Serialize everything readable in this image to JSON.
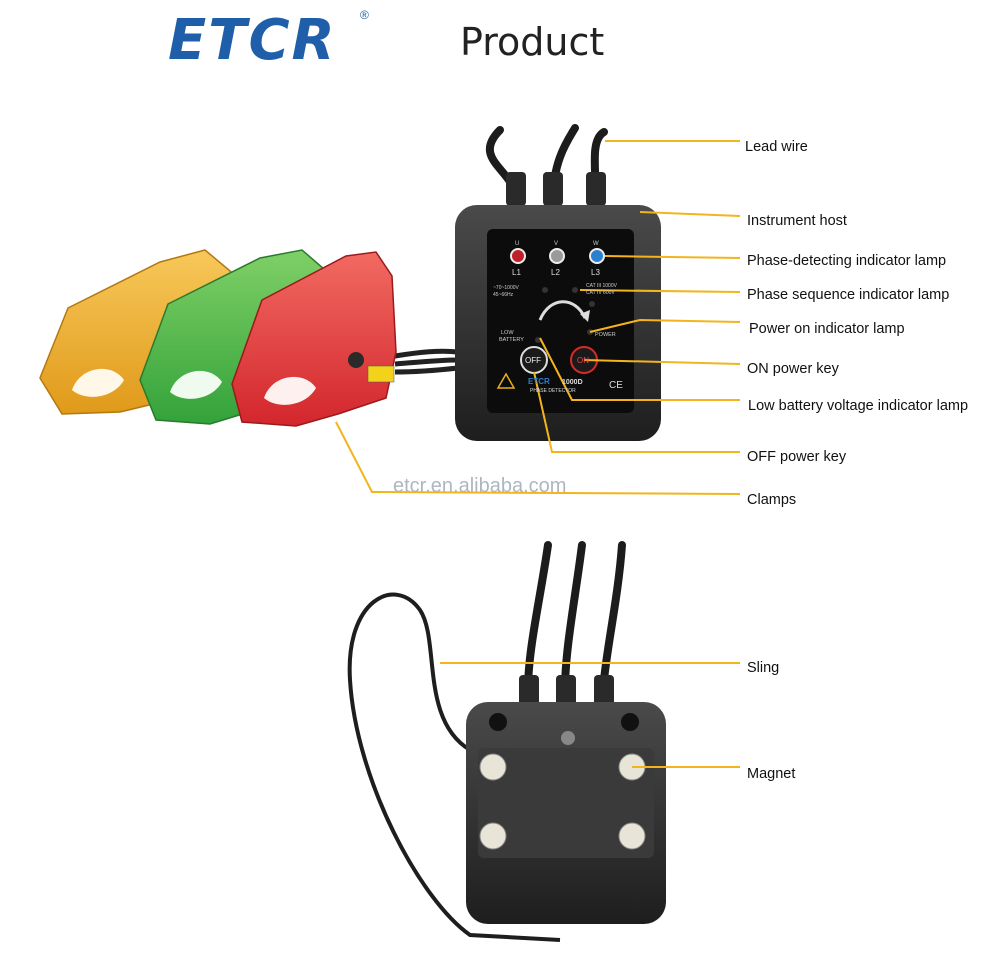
{
  "header": {
    "brand": "ETCR",
    "registered_mark": "®",
    "title": "Product"
  },
  "watermark": "etcr.en.alibaba.com",
  "device_front": {
    "phase_labels": [
      {
        "top": "U",
        "bottom": "L1",
        "color": "#c0202a"
      },
      {
        "top": "V",
        "bottom": "L2",
        "color": "#9a9a9a"
      },
      {
        "top": "W",
        "bottom": "L3",
        "color": "#2b7fd0"
      }
    ],
    "spec_left": [
      "~70~1000V",
      "45~66Hz"
    ],
    "spec_right": [
      "CAT III 1000V",
      "CAT IV 600V"
    ],
    "low_battery_label": [
      "LOW",
      "BATTERY"
    ],
    "power_label": "POWER",
    "off_key": "OFF",
    "on_key": "ON",
    "model_brand": "ETCR",
    "model_number": "1000D",
    "model_name": "PHASE DETECTOR",
    "ce_mark": "CE"
  },
  "callouts": [
    {
      "id": "lead-wire",
      "label": "Lead wire"
    },
    {
      "id": "instrument-host",
      "label": "Instrument host"
    },
    {
      "id": "phase-detecting-lamp",
      "label": "Phase-detecting indicator lamp"
    },
    {
      "id": "phase-sequence-lamp",
      "label": "Phase sequence indicator lamp"
    },
    {
      "id": "power-on-lamp",
      "label": "Power on indicator lamp"
    },
    {
      "id": "on-power-key",
      "label": "ON power key"
    },
    {
      "id": "low-battery-lamp",
      "label": "Low battery voltage indicator lamp"
    },
    {
      "id": "off-power-key",
      "label": "OFF power key"
    },
    {
      "id": "clamps",
      "label": "Clamps"
    },
    {
      "id": "sling",
      "label": "Sling"
    },
    {
      "id": "magnet",
      "label": "Magnet"
    }
  ],
  "colors": {
    "brand_blue": "#1f5fa9",
    "leader_line": "#f2b51c",
    "clamp_yellow": "#f2b233",
    "clamp_green": "#4fb848",
    "clamp_red": "#e53b3d",
    "device_body": "#2b2b2b"
  }
}
